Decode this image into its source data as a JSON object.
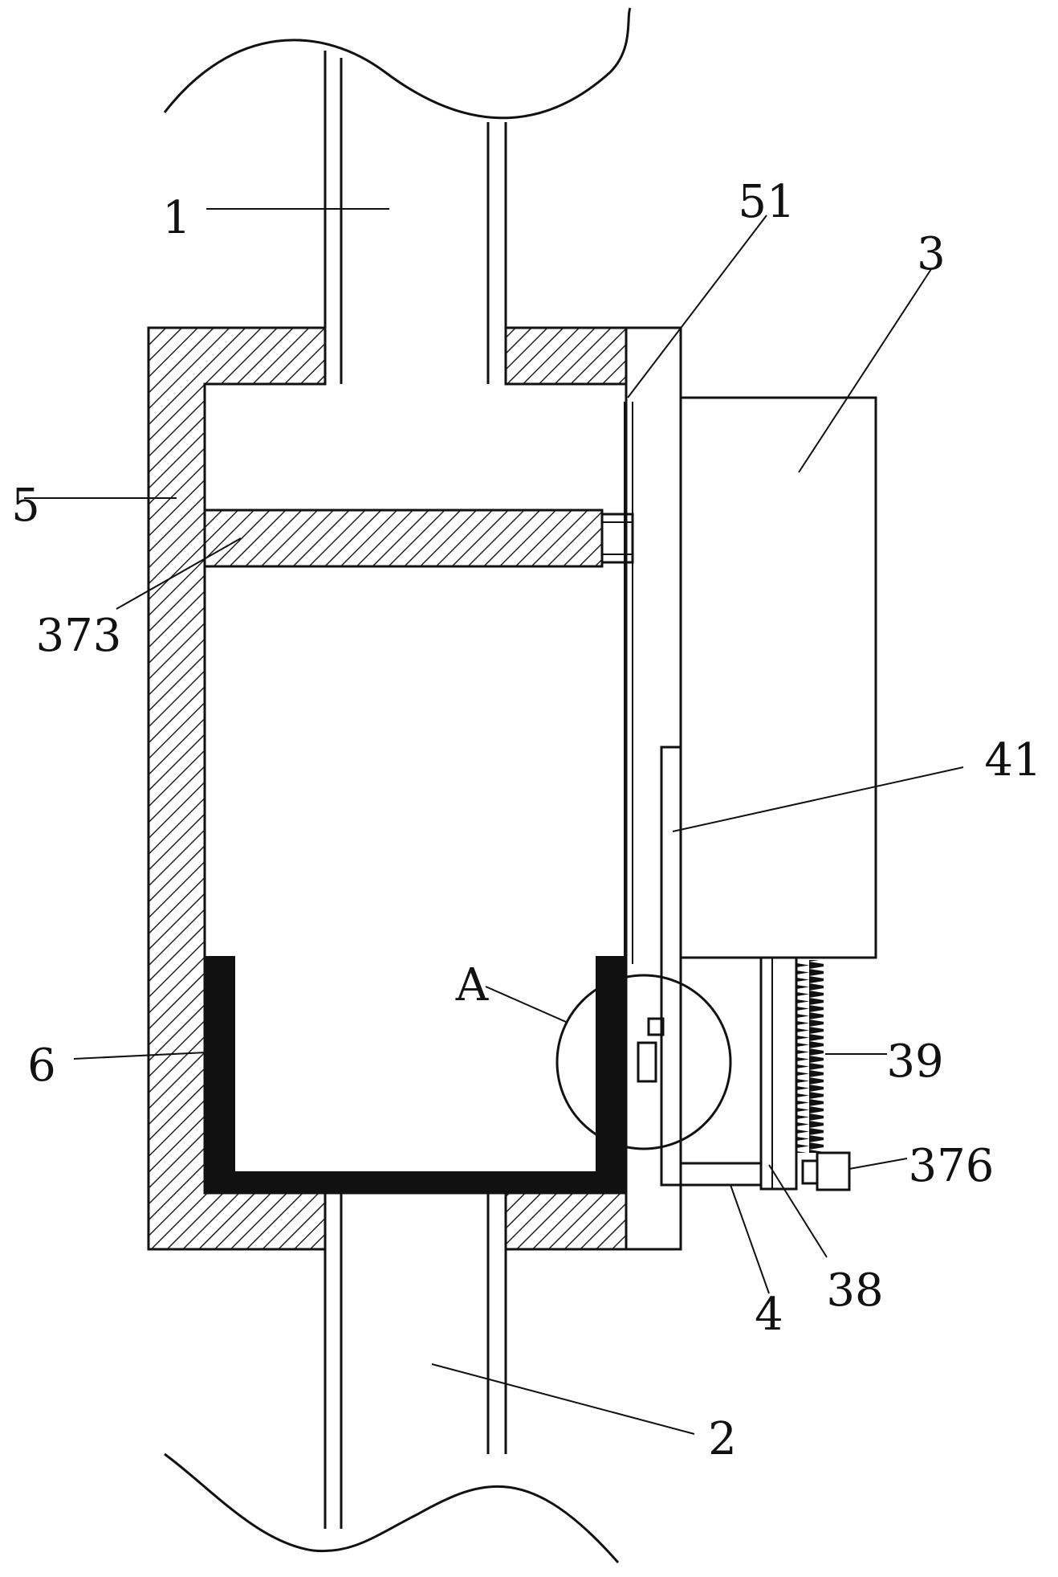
{
  "labels": {
    "l1": "1",
    "l2": "2",
    "l3": "3",
    "l4": "4",
    "l5": "5",
    "l6": "6",
    "l38": "38",
    "l39": "39",
    "l41": "41",
    "l51": "51",
    "l373": "373",
    "l376": "376",
    "lA": "A"
  }
}
